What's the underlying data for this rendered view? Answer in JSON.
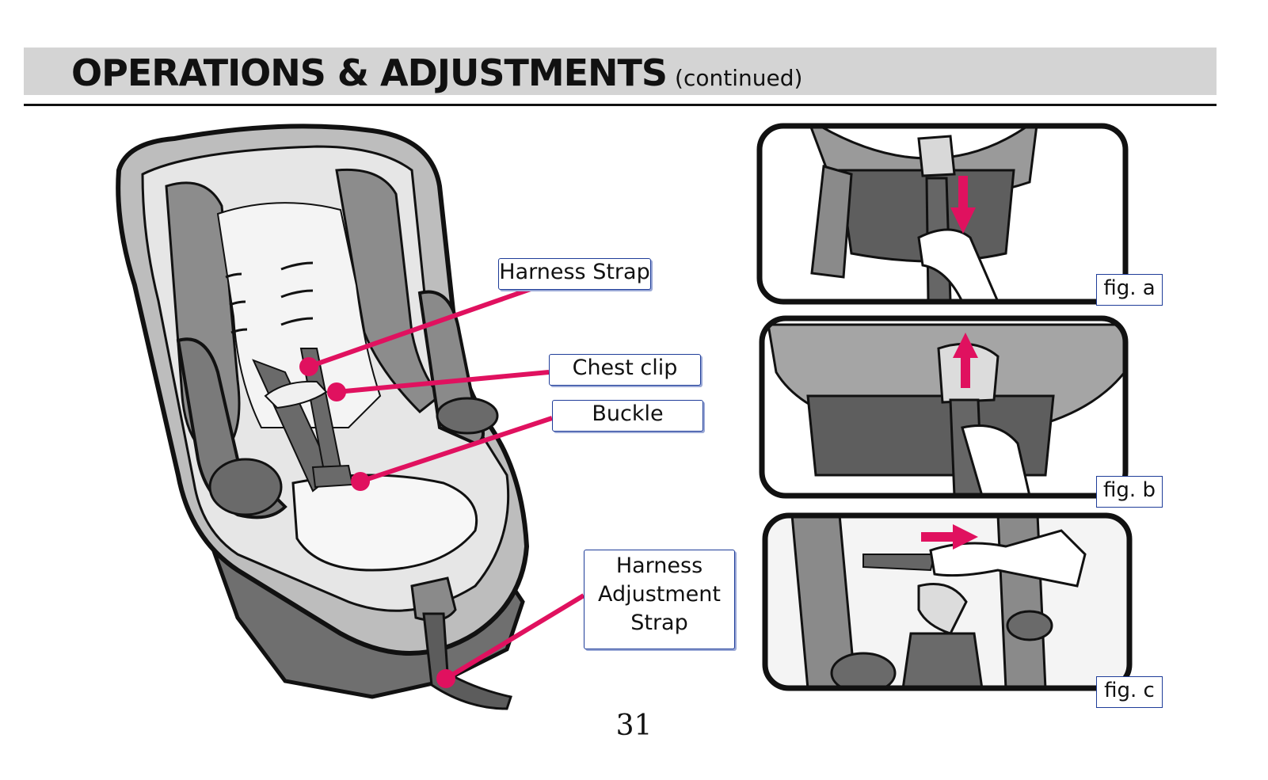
{
  "header": {
    "title": "OPERATIONS & ADJUSTMENTS",
    "subtitle": "(continued)"
  },
  "callouts": {
    "harness_strap": "Harness Strap",
    "chest_clip": "Chest clip",
    "buckle": "Buckle",
    "harness_adjustment_strap": [
      "Harness",
      "Adjustment",
      "Strap"
    ]
  },
  "figures": {
    "a": "fig. a",
    "b": "fig. b",
    "c": "fig. c"
  },
  "page_number": "31",
  "colors": {
    "accent": "#e0115f",
    "label_border": "#1f3d99",
    "header_band": "#d4d4d4"
  }
}
